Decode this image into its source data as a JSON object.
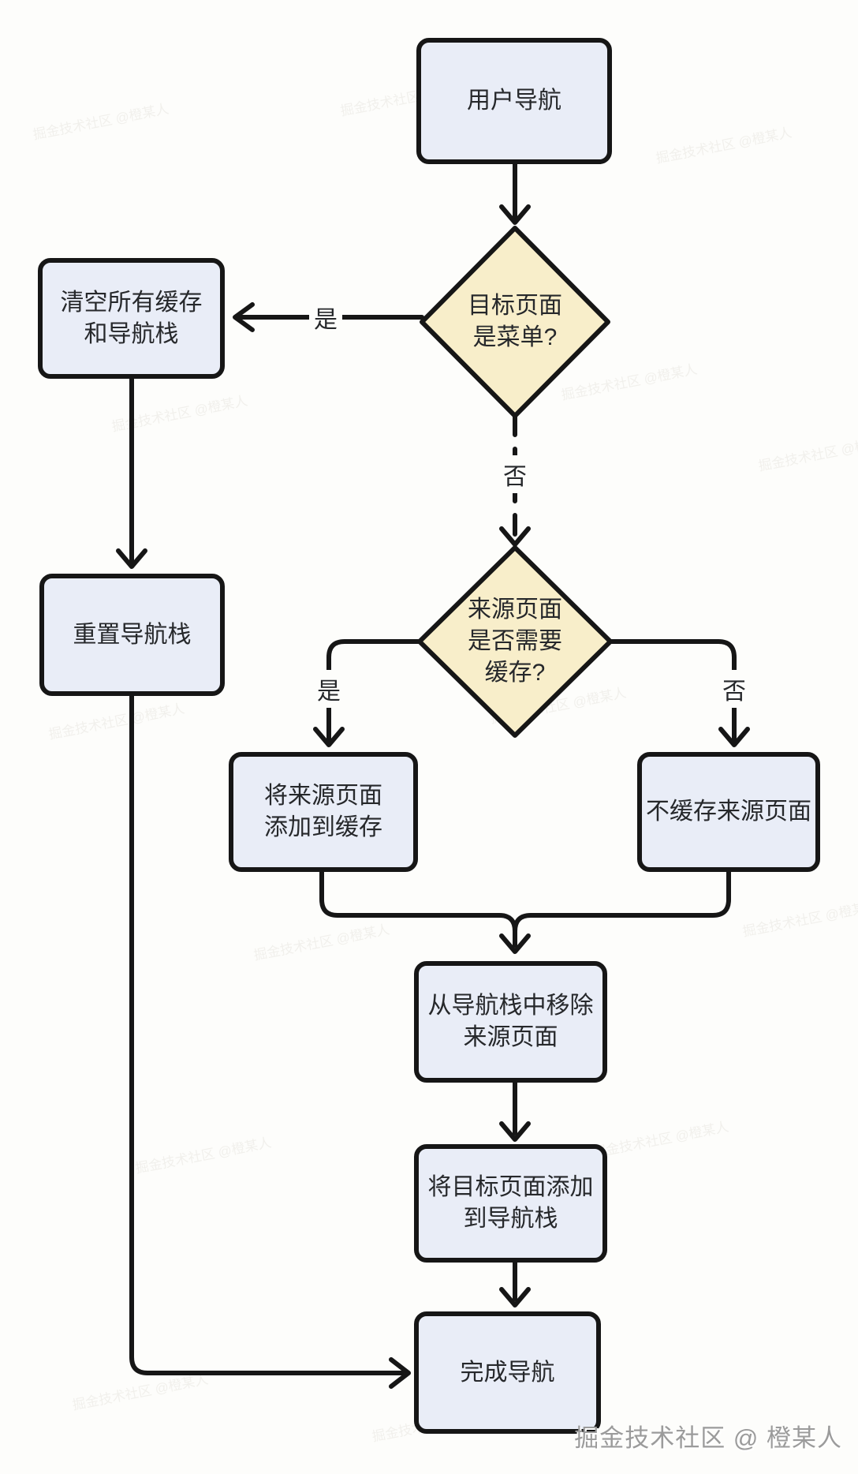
{
  "colors": {
    "page_bg": "#fdfdfb",
    "node_fill": "#e9edf7",
    "decision_fill": "#f8eeca",
    "stroke": "#161616",
    "text": "#26282b",
    "watermark": "#9b9b9b"
  },
  "nodes": {
    "user_nav": "用户导航",
    "clear_cache": "清空所有缓存\n和导航栈",
    "reset_stack": "重置导航栈",
    "decision_is_menu": "目标页面\n是菜单?",
    "decision_need_cache": "来源页面\n是否需要\n缓存?",
    "add_to_cache": "将来源页面\n添加到缓存",
    "no_cache": "不缓存来源页面",
    "remove_source": "从导航栈中移除\n来源页面",
    "push_target": "将目标页面添加\n到导航栈",
    "finish": "完成导航"
  },
  "edge_labels": {
    "yes1": "是",
    "no1": "否",
    "yes2": "是",
    "no2": "否"
  },
  "credit": "掘金技术社区 @ 橙某人",
  "ghost_watermark": "掘金技术社区 @橙某人"
}
